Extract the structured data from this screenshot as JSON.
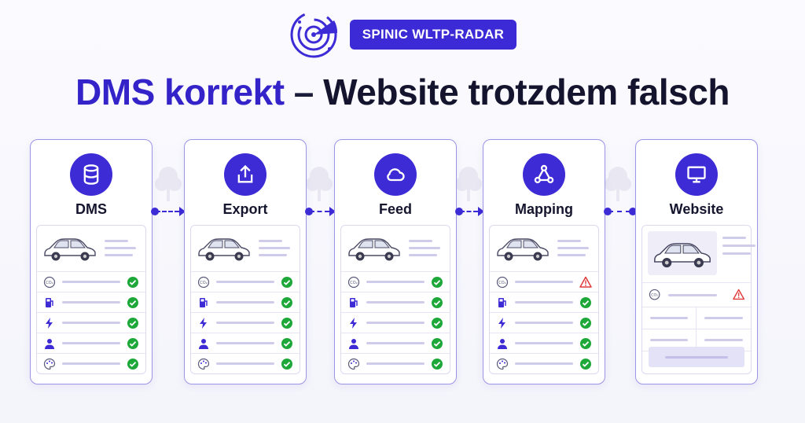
{
  "brand": {
    "badge": "SPINIC WLTP-RADAR",
    "logo_icon": "radar-icon"
  },
  "headline": {
    "accent": "DMS korrekt",
    "dash": " – ",
    "main": "Website trotzdem falsch"
  },
  "colors": {
    "accent": "#3d2bd6",
    "ok": "#1fa83a",
    "warn": "#e03a3a"
  },
  "stages": [
    {
      "label": "DMS",
      "icon": "database-icon",
      "rows": [
        {
          "icon": "co2-icon",
          "status": "ok"
        },
        {
          "icon": "fuel-icon",
          "status": "ok"
        },
        {
          "icon": "lightning-icon",
          "status": "ok"
        },
        {
          "icon": "user-icon",
          "status": "ok"
        },
        {
          "icon": "palette-icon",
          "status": "ok"
        }
      ]
    },
    {
      "label": "Export",
      "icon": "export-icon",
      "rows": [
        {
          "icon": "co2-icon",
          "status": "ok"
        },
        {
          "icon": "fuel-icon",
          "status": "ok"
        },
        {
          "icon": "lightning-icon",
          "status": "ok"
        },
        {
          "icon": "user-icon",
          "status": "ok"
        },
        {
          "icon": "palette-icon",
          "status": "ok"
        }
      ]
    },
    {
      "label": "Feed",
      "icon": "cloud-icon",
      "rows": [
        {
          "icon": "co2-icon",
          "status": "ok"
        },
        {
          "icon": "fuel-icon",
          "status": "ok"
        },
        {
          "icon": "lightning-icon",
          "status": "ok"
        },
        {
          "icon": "user-icon",
          "status": "ok"
        },
        {
          "icon": "palette-icon",
          "status": "ok"
        }
      ]
    },
    {
      "label": "Mapping",
      "icon": "network-icon",
      "rows": [
        {
          "icon": "co2-icon",
          "status": "warn"
        },
        {
          "icon": "fuel-icon",
          "status": "ok"
        },
        {
          "icon": "lightning-icon",
          "status": "ok"
        },
        {
          "icon": "user-icon",
          "status": "ok"
        },
        {
          "icon": "palette-icon",
          "status": "ok"
        }
      ]
    },
    {
      "label": "Website",
      "icon": "monitor-icon",
      "co2_status": "warn"
    }
  ]
}
